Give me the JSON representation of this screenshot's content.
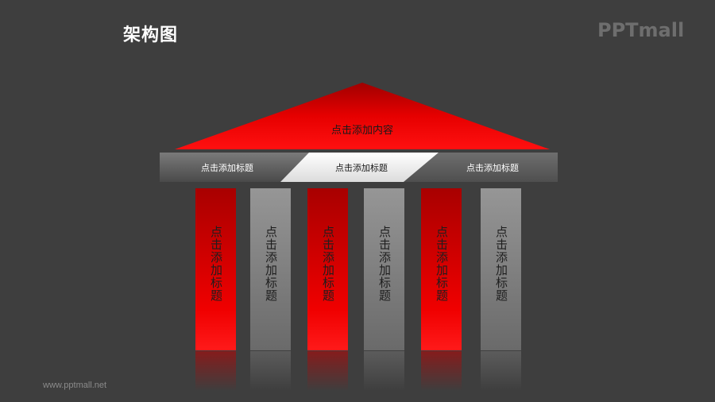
{
  "title": "架构图",
  "logo": "PPTmall",
  "footer_url": "www.pptmall.net",
  "roof": {
    "text": "点击添加内容",
    "color": "#e00000"
  },
  "beams": [
    {
      "text": "点击添加标题",
      "style": "dark"
    },
    {
      "text": "点击添加标题",
      "style": "light"
    },
    {
      "text": "点击添加标题",
      "style": "dark"
    }
  ],
  "pillars": [
    {
      "text": "点击添加标题",
      "color": "red"
    },
    {
      "text": "点击添加标题",
      "color": "gray"
    },
    {
      "text": "点击添加标题",
      "color": "red"
    },
    {
      "text": "点击添加标题",
      "color": "gray"
    },
    {
      "text": "点击添加标题",
      "color": "red"
    },
    {
      "text": "点击添加标题",
      "color": "gray"
    }
  ]
}
